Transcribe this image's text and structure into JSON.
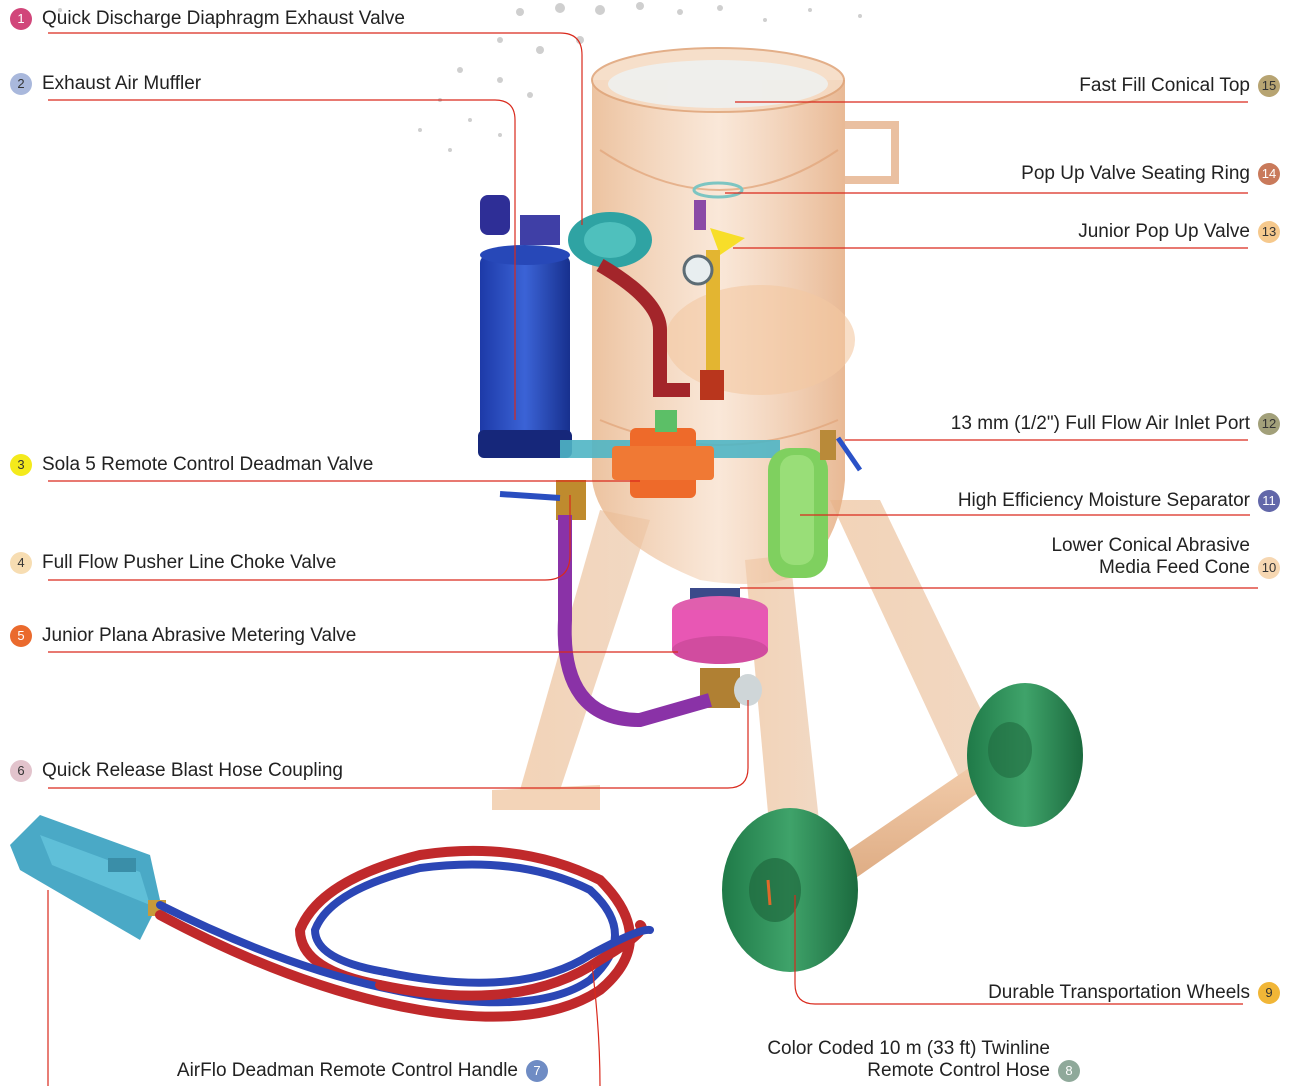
{
  "accent_line_color": "#d9291c",
  "callouts": [
    {
      "num": "1",
      "text": "Quick Discharge Diaphragm Exhaust Valve",
      "badge_color": "#d1467a"
    },
    {
      "num": "2",
      "text": "Exhaust Air Muffler",
      "badge_color": "#a9b8dc"
    },
    {
      "num": "3",
      "text": "Sola 5 Remote Control Deadman Valve",
      "badge_color": "#f4ea1c"
    },
    {
      "num": "4",
      "text": "Full Flow Pusher Line Choke Valve",
      "badge_color": "#f7ddb2"
    },
    {
      "num": "5",
      "text": "Junior Plana Abrasive Metering Valve",
      "badge_color": "#ea6a2d"
    },
    {
      "num": "6",
      "text": "Quick Release Blast Hose Coupling",
      "badge_color": "#e2c3cc"
    },
    {
      "num": "7",
      "text": "AirFlo Deadman Remote Control Handle",
      "badge_color": "#6f8cc4"
    },
    {
      "num": "8",
      "text_line1": "Color Coded 10 m (33 ft) Twinline",
      "text_line2": "Remote Control Hose",
      "badge_color": "#8fa99a"
    },
    {
      "num": "9",
      "text": "Durable Transportation Wheels",
      "badge_color": "#f1b637"
    },
    {
      "num": "10",
      "text_line1": "Lower Conical Abrasive",
      "text_line2": "Media Feed Cone",
      "badge_color": "#f6d7b2"
    },
    {
      "num": "11",
      "text": "High Efficiency Moisture Separator",
      "badge_color": "#6267a9"
    },
    {
      "num": "12",
      "text": "13 mm (1/2\") Full Flow Air Inlet Port",
      "badge_color": "#a2a07a"
    },
    {
      "num": "13",
      "text": "Junior Pop Up Valve",
      "badge_color": "#f6c98d"
    },
    {
      "num": "14",
      "text": "Pop Up Valve Seating Ring",
      "badge_color": "#c97a5b"
    },
    {
      "num": "15",
      "text": "Fast Fill Conical Top",
      "badge_color": "#b7a472"
    }
  ]
}
